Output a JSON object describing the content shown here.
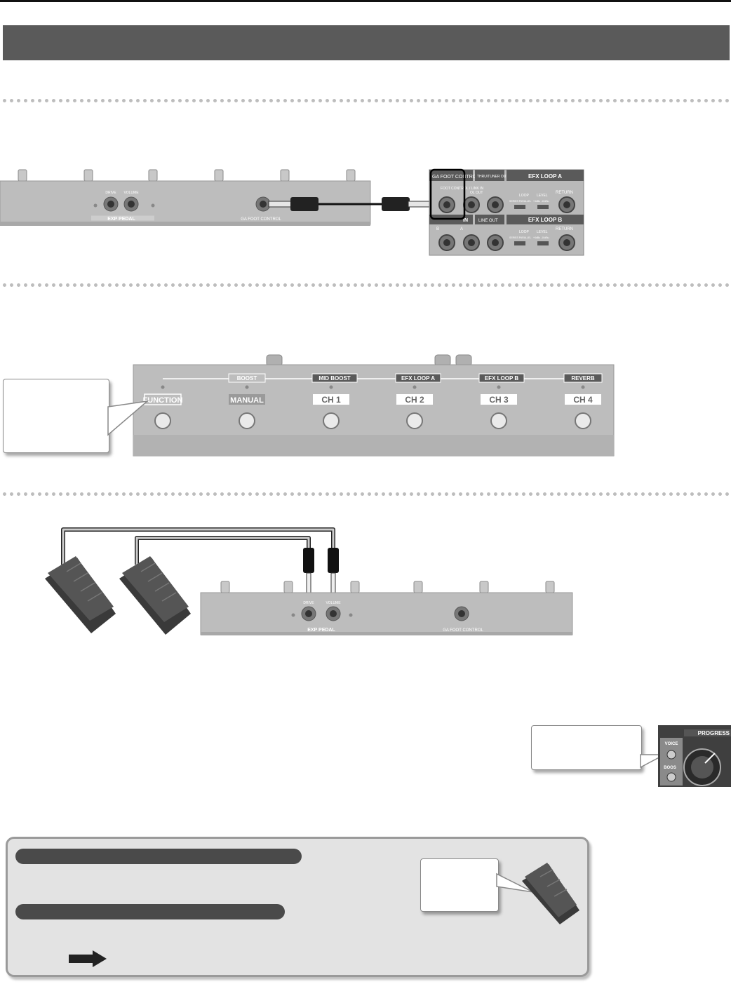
{
  "unit1": {
    "exp_pedal": "EXP PEDAL",
    "drive": "DRIVE",
    "volume": "VOLUME",
    "ga_foot_control": "GA FOOT CONTROL"
  },
  "panel": {
    "ga_foot_control": "GA FOOT CONTROL",
    "foot_control_link_in": "FOOT CONTROL / LINK IN",
    "ol_out": "OL OUT",
    "thru_tuner_out": "THRU/TUNER OUT",
    "efx_loop_a": "EFX LOOP A",
    "efx_loop_b": "EFX LOOP B",
    "loop": "LOOP",
    "level": "LEVEL",
    "return": "RETURN",
    "series_parallel": "SERIES  PARALLEL",
    "level_values": "+4dBu  -10dBu",
    "in": "IN",
    "b": "B",
    "a": "A",
    "line_out": "LINE OUT"
  },
  "foot_controller": {
    "labels": [
      "BOOST",
      "MID BOOST",
      "EFX LOOP A",
      "EFX LOOP B",
      "REVERB"
    ],
    "buttons": [
      "FUNCTION",
      "MANUAL",
      "CH 1",
      "CH 2",
      "CH 3",
      "CH 4"
    ]
  },
  "unit3": {
    "exp_pedal": "EXP PEDAL",
    "drive": "DRIVE",
    "volume": "VOLUME",
    "ga_foot_control": "GA FOOT CONTROL"
  },
  "amp": {
    "progress": "PROGRESS",
    "voice": "VOICE",
    "boost": "BOOS"
  },
  "colors": {
    "header": "#5a5a5a",
    "unit": "#bdbdbd",
    "dots": "#bdbdbd",
    "tip_bg": "#e3e3e3"
  }
}
